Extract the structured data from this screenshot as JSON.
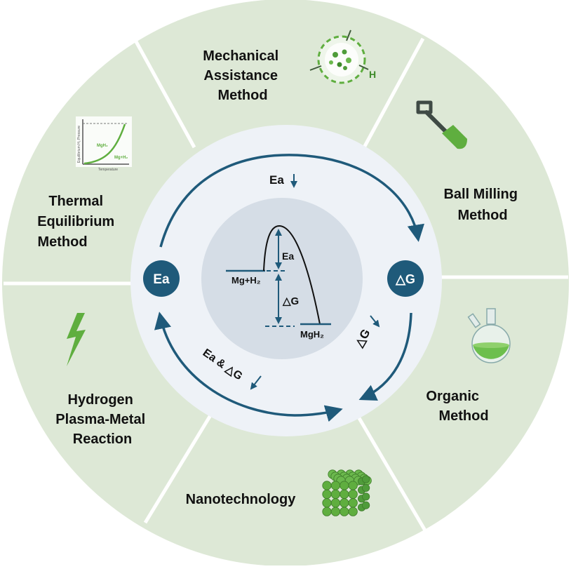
{
  "colors": {
    "outer_ring": "#dde8d6",
    "ring_divider": "#ffffff",
    "inner_ring": "#eef2f7",
    "core": "#d5dde6",
    "navy": "#1f5a7a",
    "arrow": "#1f5a7a",
    "green": "#5fae3f",
    "dark_green": "#3e8a2a"
  },
  "segments": [
    {
      "name": "mechanical",
      "lines": [
        "Mechanical",
        "Assistance",
        "Method"
      ],
      "icon": "particle-icon"
    },
    {
      "name": "ball-milling",
      "lines": [
        "Ball Milling",
        "Method"
      ],
      "icon": "shovel-icon"
    },
    {
      "name": "organic",
      "lines": [
        "Organic",
        "Method"
      ],
      "icon": "flask-icon"
    },
    {
      "name": "nanotechnology",
      "lines": [
        "Nanotechnology"
      ],
      "icon": "nanocube-icon"
    },
    {
      "name": "plasma",
      "lines": [
        "Hydrogen",
        "Plasma-Metal",
        "Reaction"
      ],
      "icon": "lightning-icon"
    },
    {
      "name": "thermal",
      "lines": [
        "Thermal",
        "Equilibrium",
        "Method"
      ],
      "icon": "equilibrium-plot-icon"
    }
  ],
  "mechanical_icon_label": "H",
  "thermal_plot": {
    "ylabel": "Equilibrium H₂ Pressure",
    "xlabel": "Temperature",
    "curve_labels": [
      "MgH₂",
      "Mg+H₂"
    ]
  },
  "inner": {
    "left_node": "Ea",
    "right_node": "△G",
    "top_arrow_label": "Ea",
    "right_arrow_label": "△G",
    "bottom_arrow_label": "Ea & △G"
  },
  "energy_diagram": {
    "reactant": "Mg+H₂",
    "product": "MgH₂",
    "barrier_label": "Ea",
    "delta_label": "△G"
  }
}
